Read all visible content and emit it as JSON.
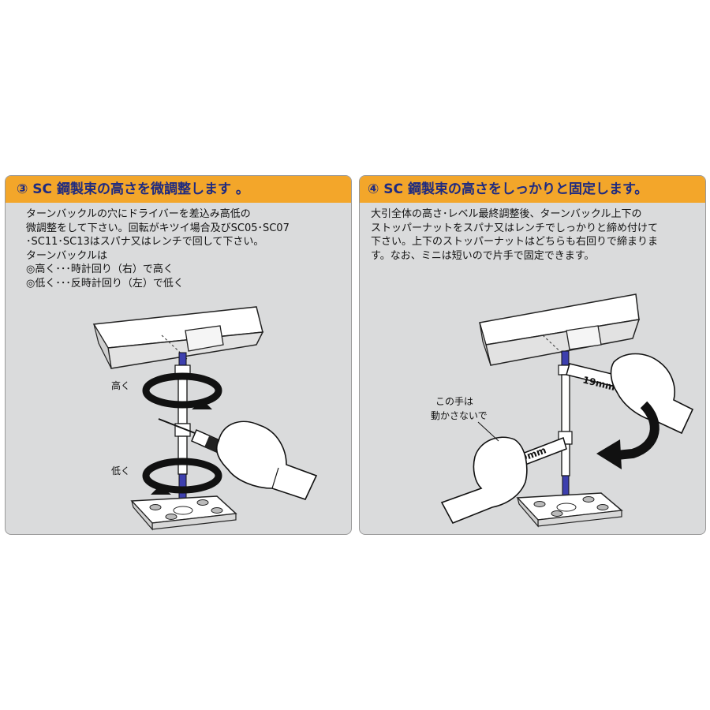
{
  "colors": {
    "header_bg": "#f3a62a",
    "header_text": "#1e2a80",
    "panel_bg": "#dadbdc",
    "rod_blue": "#3d3fae"
  },
  "panel3": {
    "title": "③ SC 鋼製束の高さを微調整します 。",
    "lines": [
      "ターンバックルの穴にドライバーを差込み高低の",
      "微調整をして下さい。回転がキツイ場合及びSC05･SC07",
      "･SC11･SC13はスパナ又はレンチで回して下さい。",
      "ターンバックルは",
      "◎高く･･･時計回り（右）で高く",
      "◎低く･･･反時計回り（左）で低く"
    ],
    "label_high": "高く",
    "label_low": "低く",
    "icons": [
      "rotate-clockwise-arrow-icon",
      "rotate-counterclockwise-arrow-icon",
      "screwdriver-icon",
      "hand-icon"
    ]
  },
  "panel4": {
    "title": "④ SC 鋼製束の高さをしっかりと固定します。",
    "lines": [
      "大引全体の高さ･レベル最終調整後、ターンバックル上下の",
      "ストッパーナットをスパナ又はレンチでしっかりと締め付けて",
      "下さい。上下のストッパーナットはどちらも右回りで締まりま",
      "す。なお、ミニは短いので片手で固定できます。"
    ],
    "note_line1": "この手は",
    "note_line2": "動かさないで",
    "wrench_upper": "19mm",
    "wrench_lower": "19mm",
    "icons": [
      "wrench-icon",
      "hand-icon",
      "curved-arrow-icon"
    ]
  }
}
